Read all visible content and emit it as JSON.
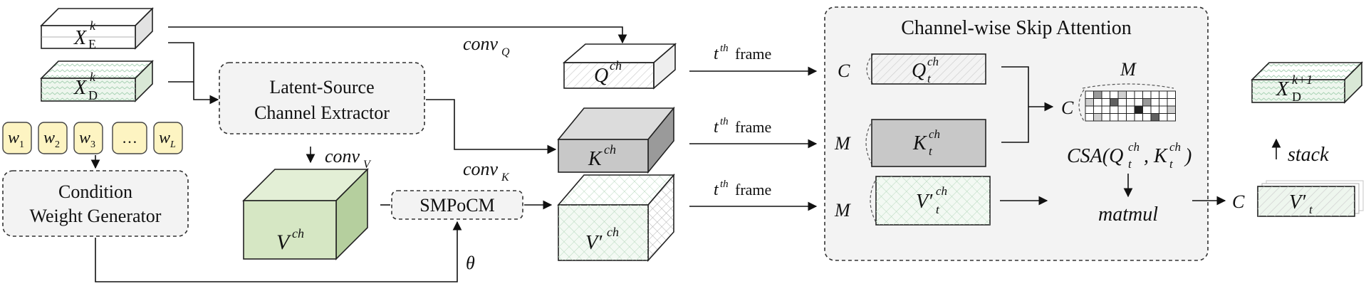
{
  "xe": {
    "base": "X",
    "sup": "k",
    "sub": "E"
  },
  "xd": {
    "base": "X",
    "sup": "k",
    "sub": "D"
  },
  "weights": [
    "w",
    "w",
    "w",
    "…",
    "w"
  ],
  "weight_subs": [
    "1",
    "2",
    "3",
    "",
    "L"
  ],
  "lsce": {
    "line1": "Latent-Source",
    "line2": "Channel Extractor"
  },
  "cwg": {
    "line1": "Condition",
    "line2": "Weight Generator"
  },
  "smpocm": "SMPoCM",
  "conv_q": {
    "base": "conv",
    "sub": "Q"
  },
  "conv_k": {
    "base": "conv",
    "sub": "K"
  },
  "conv_v": {
    "base": "conv",
    "sub": "V"
  },
  "theta": "θ",
  "q_cube": {
    "base": "Q",
    "sup": "ch"
  },
  "k_cube": {
    "base": "K",
    "sup": "ch"
  },
  "v_cube": {
    "base": "V",
    "sup": "ch"
  },
  "vp_cube": {
    "base": "V′",
    "sup": "ch"
  },
  "frame": {
    "sup": "th",
    "word": "frame",
    "t": "t"
  },
  "panel_title": "Channel-wise Skip Attention",
  "qt": {
    "dim": "C",
    "base": "Q",
    "sub": "t",
    "sup": "ch"
  },
  "kt": {
    "dim": "M",
    "base": "K",
    "sub": "t",
    "sup": "ch"
  },
  "vt": {
    "dim": "M",
    "base": "V′",
    "sub": "t",
    "sup": "ch"
  },
  "attn": {
    "col": "M",
    "row": "C"
  },
  "csa": "CSA(Q",
  "csa_parts": {
    "q": "Q",
    "k": "K",
    "t": "t",
    "ch": "ch"
  },
  "matmul": "matmul",
  "output": {
    "dim": "C",
    "base": "V′",
    "sub": "t"
  },
  "xd_next": {
    "base": "X",
    "sup": "k+1",
    "sub": "D"
  },
  "stack": "stack",
  "colors": {
    "green": "#d6e7c4",
    "green_dark": "#b5cf9e",
    "gray": "#c8c8c8",
    "yellow": "#fdf4c2",
    "panel": "#f3f3f3"
  },
  "attention_grid": [
    [
      0,
      2,
      0,
      0,
      1,
      0,
      0,
      0,
      0,
      0,
      0
    ],
    [
      1,
      0,
      0,
      3,
      0,
      0,
      0,
      2,
      0,
      0,
      0
    ],
    [
      0,
      0,
      0,
      0,
      0,
      0,
      4,
      0,
      0,
      0,
      1
    ],
    [
      0,
      1,
      0,
      0,
      0,
      0,
      0,
      0,
      3,
      0,
      0
    ]
  ]
}
